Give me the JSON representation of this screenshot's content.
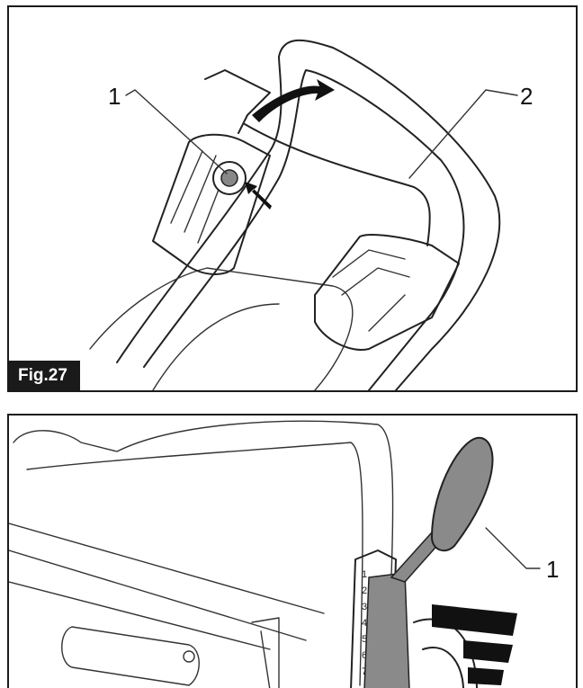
{
  "figure_top": {
    "label": "Fig.27",
    "callouts": [
      "1",
      "2"
    ]
  },
  "figure_bottom": {
    "callouts": [
      "1"
    ],
    "scale_marks": [
      "1",
      "2",
      "3",
      "4",
      "5",
      "6",
      "7"
    ]
  }
}
